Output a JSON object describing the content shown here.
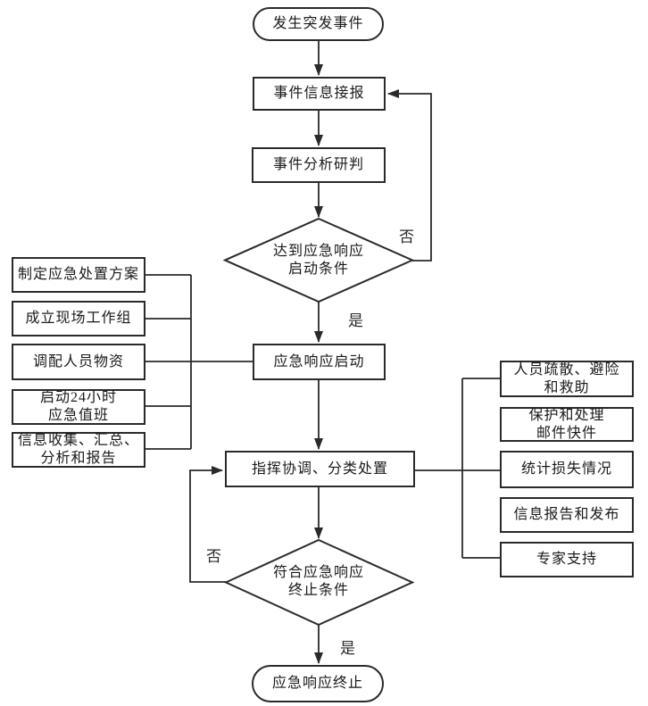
{
  "flow": {
    "start": "发生突发事件",
    "receive": "事件信息接报",
    "analyze": "事件分析研判",
    "decision_activation": "达到应急响应\n启动条件",
    "activate": "应急响应启动",
    "command": "指挥协调、分类处置",
    "decision_termination": "符合应急响应\n终止条件",
    "end": "应急响应终止"
  },
  "left_tasks": [
    "制定应急处置方案",
    "成立现场工作组",
    "调配人员物资",
    "启动24小时\n应急值班",
    "信息收集、汇总、\n分析和报告"
  ],
  "right_tasks": [
    "人员疏散、避险\n和救助",
    "保护和处理\n邮件快件",
    "统计损失情况",
    "信息报告和发布",
    "专家支持"
  ],
  "edge_labels": {
    "no_restart": "否",
    "yes_activate": "是",
    "no_continue": "否",
    "yes_terminate": "是"
  },
  "colors": {
    "line": "#2a2a2a",
    "text": "#1a1a1a",
    "background": "#ffffff"
  }
}
